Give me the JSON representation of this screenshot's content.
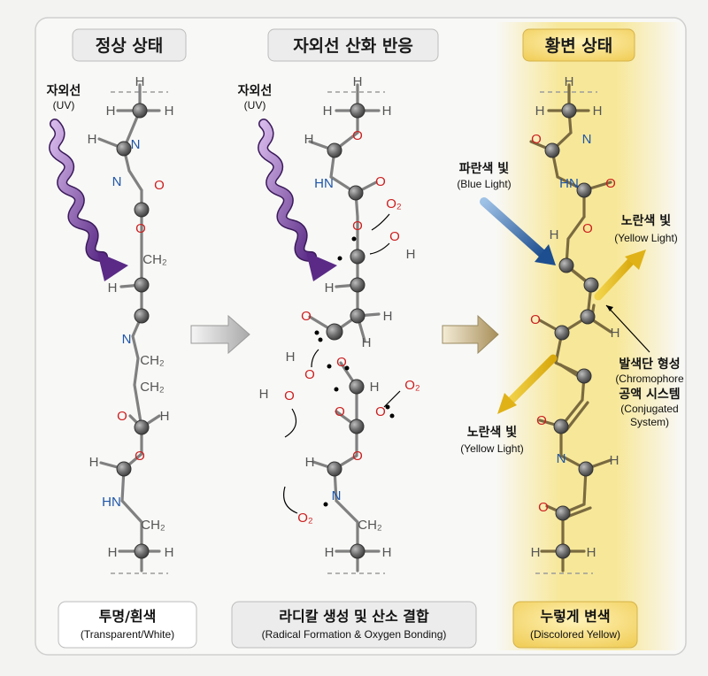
{
  "panels": [
    {
      "title": "정상 상태",
      "uv_label": "자외선",
      "uv_sub": "(UV)",
      "footer_title": "투명/흰색",
      "footer_sub": "(Transparent/White)"
    },
    {
      "title": "자외선 산화 반응",
      "uv_label": "자외선",
      "uv_sub": "(UV)",
      "o2_label": "O₂",
      "footer_title": "라디칼 생성 및 산소 결합",
      "footer_sub": "(Radical Formation & Oxygen Bonding)"
    },
    {
      "title": "황변 상태",
      "blue_light": "파란색 빛",
      "blue_light_sub": "(Blue Light)",
      "yellow_light": "노란색 빛",
      "yellow_light_sub": "(Yellow Light)",
      "chromophore_1": "발색단 형성",
      "chromophore_2": "(Chromophore",
      "conjugated_1": "공액 시스템",
      "conjugated_2": "(Conjugated",
      "conjugated_3": "System)",
      "footer_title": "누렇게 변색",
      "footer_sub": "(Discolored Yellow)"
    }
  ],
  "atoms": {
    "H": "H",
    "N": "N",
    "O": "O",
    "HN": "HN",
    "CH2": "CH₂",
    "O2": "O₂",
    "dash": "- -"
  },
  "colors": {
    "uv_arrow": "#7a3fa3",
    "blue_arrow": "#2f64a8",
    "yellow_arrow": "#e8c020",
    "glow": "#f7e27a",
    "oxygen": "#cc1f1f",
    "nitrogen": "#1f56a8"
  }
}
